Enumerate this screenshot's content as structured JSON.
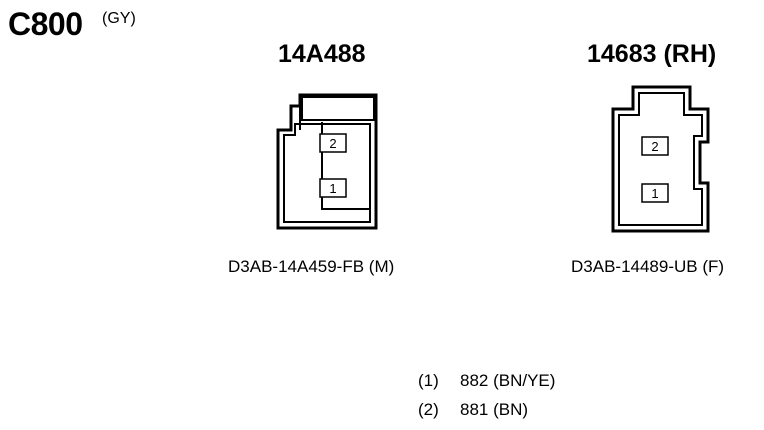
{
  "connector": {
    "id": "C800",
    "color": "(GY)"
  },
  "left_connector": {
    "title": "14A488",
    "part_number": "D3AB-14A459-FB (M)",
    "pins": [
      "2",
      "1"
    ]
  },
  "right_connector": {
    "title": "14683 (RH)",
    "part_number": "D3AB-14489-UB (F)",
    "pins": [
      "2",
      "1"
    ]
  },
  "pinout": [
    {
      "pin": "(1)",
      "circuit": "882 (BN/YE)"
    },
    {
      "pin": "(2)",
      "circuit": "881 (BN)"
    }
  ]
}
